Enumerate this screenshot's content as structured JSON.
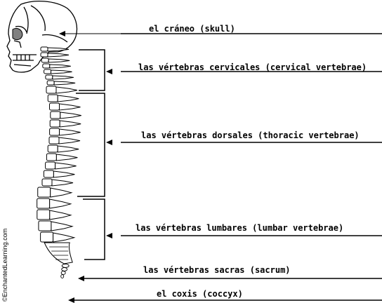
{
  "labels": {
    "skull": "el cráneo (skull)",
    "cervical": "las vértebras cervicales (cervical vertebrae)",
    "thoracic": "las vértebras dorsales (thoracic vertebrae)",
    "lumbar": "las vértebras lumbares (lumbar vertebrae)",
    "sacrum": "las vértebras sacras (sacrum)",
    "coccyx": "el coxis (coccyx)"
  },
  "copyright": "©EnchantedLearning.com",
  "colors": {
    "ink": "#000000",
    "background": "#ffffff",
    "eye": "#808080"
  }
}
